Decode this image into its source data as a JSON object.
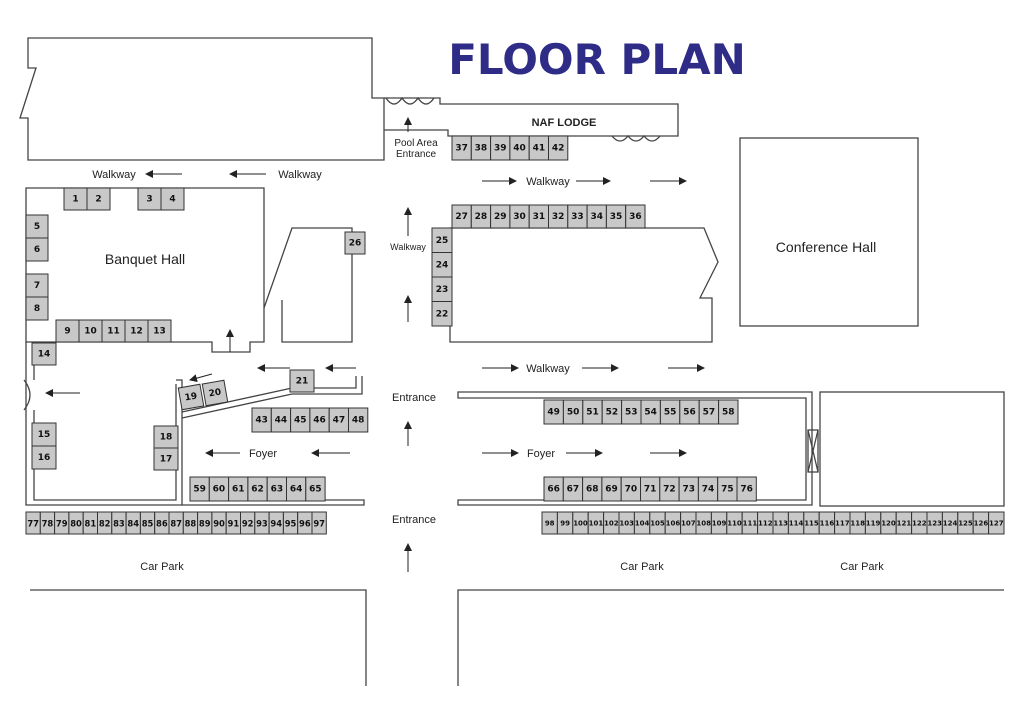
{
  "title": "FLOOR PLAN",
  "colors": {
    "title": "#2e2c86",
    "booth": "#c8c8c8",
    "stroke": "#333333"
  },
  "labels": {
    "naf_lodge": "NAF LODGE",
    "pool_area": "Pool Area",
    "pool_entrance": "Entrance",
    "banquet_hall": "Banquet Hall",
    "conference_hall": "Conference Hall",
    "walkway": "Walkway",
    "foyer": "Foyer",
    "entrance": "Entrance",
    "car_park": "Car Park"
  },
  "booth_groups": {
    "top_left": [
      "1",
      "2",
      "3",
      "4"
    ],
    "banquet_left": [
      "5",
      "6",
      "7",
      "8"
    ],
    "banquet_bottom": [
      "9",
      "10",
      "11",
      "12",
      "13"
    ],
    "mid_singles": [
      "14",
      "15",
      "16",
      "17",
      "18",
      "19",
      "20",
      "21",
      "26"
    ],
    "pool": [
      "37",
      "38",
      "39",
      "40",
      "41",
      "42"
    ],
    "center_top": [
      "27",
      "28",
      "29",
      "30",
      "31",
      "32",
      "33",
      "34",
      "35",
      "36"
    ],
    "center_left": [
      "25",
      "24",
      "23",
      "22"
    ],
    "foyer_top_left": [
      "43",
      "44",
      "45",
      "46",
      "47",
      "48"
    ],
    "foyer_bottom_left": [
      "59",
      "60",
      "61",
      "62",
      "63",
      "64",
      "65"
    ],
    "foyer_top_right": [
      "49",
      "50",
      "51",
      "52",
      "53",
      "54",
      "55",
      "56",
      "57",
      "58"
    ],
    "foyer_bottom_right": [
      "66",
      "67",
      "68",
      "69",
      "70",
      "71",
      "72",
      "73",
      "74",
      "75",
      "76"
    ],
    "street_left": [
      "77",
      "78",
      "79",
      "80",
      "81",
      "82",
      "83",
      "84",
      "85",
      "86",
      "87",
      "88",
      "89",
      "90",
      "91",
      "92",
      "93",
      "94",
      "95",
      "96",
      "97"
    ],
    "street_right": [
      "98",
      "99",
      "100",
      "101",
      "102",
      "103",
      "104",
      "105",
      "106",
      "107",
      "108",
      "109",
      "110",
      "111",
      "112",
      "113",
      "114",
      "115",
      "116",
      "117",
      "118",
      "119",
      "120",
      "121",
      "122",
      "123",
      "124",
      "125",
      "126",
      "127"
    ]
  }
}
